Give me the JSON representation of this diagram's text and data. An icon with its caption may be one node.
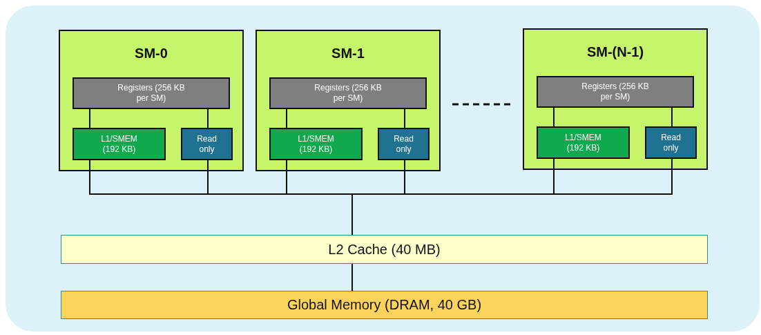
{
  "diagram": {
    "nodes": [
      {
        "text": [
          "SM-0"
        ]
      },
      {
        "text": [
          "Registers (256 KB per SM)"
        ],
        "in": 0
      },
      {
        "text": [
          "L1/SMEM (192 KB)"
        ],
        "in": 0
      },
      {
        "text": [
          "Read only"
        ],
        "in": 0
      },
      {
        "text": [
          "SM-1"
        ]
      },
      {
        "text": [
          "Registers (256 KB per SM)"
        ],
        "in": 4
      },
      {
        "text": [
          "L1/SMEM (192 KB)"
        ],
        "in": 4
      },
      {
        "text": [
          "Read only"
        ],
        "in": 4
      },
      {
        "text": [
          "SM-(N-1)"
        ]
      },
      {
        "text": [
          "Registers (256 KB per SM)"
        ],
        "in": 8
      },
      {
        "text": [
          "L1/SMEM (192 KB)"
        ],
        "in": 8
      },
      {
        "text": [
          "Read only"
        ],
        "in": 8
      },
      {
        "text": [
          "L2 Cache (40 MB)"
        ]
      },
      {
        "text": [
          "Global Memory (DRAM, 40 GB)"
        ]
      }
    ],
    "edges": [
      {
        "from": 1,
        "to": 2,
        "arrow": "none"
      },
      {
        "from": 1,
        "to": 3,
        "arrow": "none"
      },
      {
        "from": 5,
        "to": 6,
        "arrow": "none"
      },
      {
        "from": 5,
        "to": 7,
        "arrow": "none"
      },
      {
        "from": 9,
        "to": 10,
        "arrow": "none"
      },
      {
        "from": 9,
        "to": 11,
        "arrow": "none"
      },
      {
        "from": 2,
        "to": 12,
        "arrow": "none"
      },
      {
        "from": 3,
        "to": 12,
        "arrow": "none"
      },
      {
        "from": 6,
        "to": 12,
        "arrow": "none"
      },
      {
        "from": 7,
        "to": 12,
        "arrow": "none"
      },
      {
        "from": 10,
        "to": 12,
        "arrow": "none"
      },
      {
        "from": 11,
        "to": 12,
        "arrow": "none"
      },
      {
        "from": 12,
        "to": 13,
        "arrow": "none"
      }
    ]
  }
}
